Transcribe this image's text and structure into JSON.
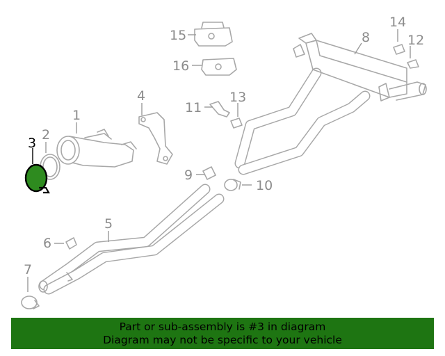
{
  "callouts": [
    "1",
    "2",
    "3",
    "4",
    "5",
    "6",
    "7",
    "8",
    "9",
    "10",
    "11",
    "12",
    "13",
    "14",
    "15",
    "16"
  ],
  "highlight": {
    "part": "3",
    "color": "#1e7512"
  },
  "banner": {
    "line1": "Part or sub-assembly is #3 in diagram",
    "line2": "Diagram may not be specific to your vehicle"
  },
  "colors": {
    "lines": "#a8a8a8",
    "banner_bg": "#1e7512",
    "highlight_fill": "#2e8b1f"
  }
}
